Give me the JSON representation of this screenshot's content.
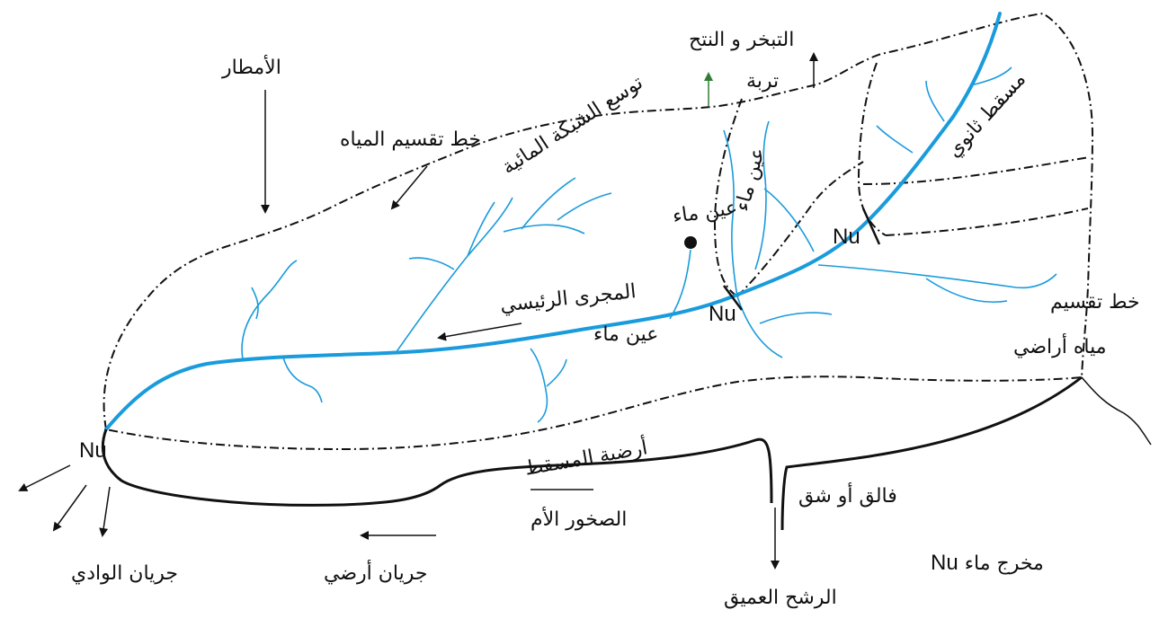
{
  "labels": {
    "rain": "الأمطار",
    "evapotranspiration": "التبخر و النتح",
    "soil": "تربة",
    "watershed_line": "خط تقسيم المياه",
    "network_expansion": "توسع الشبكة المائية",
    "secondary_basin": "مسقط ثانوي",
    "spring_top": "عين ماء",
    "main_channel": "المجرى الرئيسي",
    "spring_bottom": "عين ماء",
    "groundwater_divide_1": "خط تقسيم",
    "groundwater_divide_2": "مياه أراضي",
    "basin_floor": "أرضية المسقط",
    "bedrock": "الصخور الأم",
    "fault": "فالق أو شق",
    "valley_flow": "جريان الوادي",
    "groundwater_flow": "جريان أرضي",
    "deep_seepage": "الرشح العميق",
    "outlet": "مخرج ماء",
    "outlet_symbol": "Nu",
    "nu_outlet": "Nu",
    "nu_mid": "Nu",
    "nu_right": "Nu"
  },
  "colors": {
    "stream": "#1a9bdc",
    "boundary": "#111111",
    "evap_arrow": "#2e7d32"
  }
}
